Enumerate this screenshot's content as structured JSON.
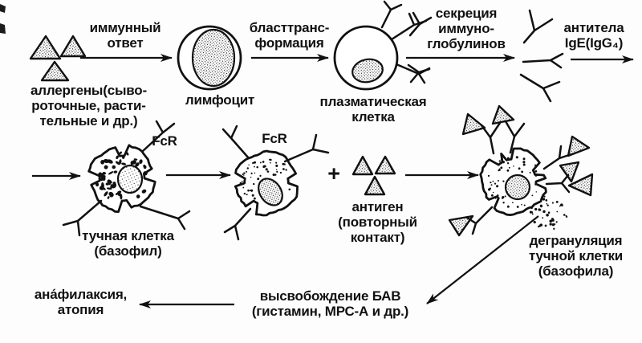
{
  "colors": {
    "ink": "#111111",
    "paper": "#fdfdfd"
  },
  "labels": {
    "allergens": "аллергены(сыво-\nроточные, расти-\nтельные и др.)",
    "immune_response": "иммунный\nответ",
    "lymphocyte": "лимфоцит",
    "blast_transformation": "бласттранс-\nформация",
    "plasma_cell": "плазматическая\nклетка",
    "secretion": "секреция\nиммуно-\nглобулинов",
    "antibodies_ige": "антитела\nIgE(IgG₄)",
    "fcr": "FcR",
    "mast_cell": "тучная клетка\n(базофил)",
    "plus": "+",
    "antigen": "антиген\n(повторный\nконтакт)",
    "degranulation": "дегрануляция\nтучной клетки\n(базофила)",
    "bav_release": "высвобождение БАВ\n(гистамин, МРС-А и др.)",
    "anaphylaxis": "ана́филаксия,\nатопия"
  }
}
